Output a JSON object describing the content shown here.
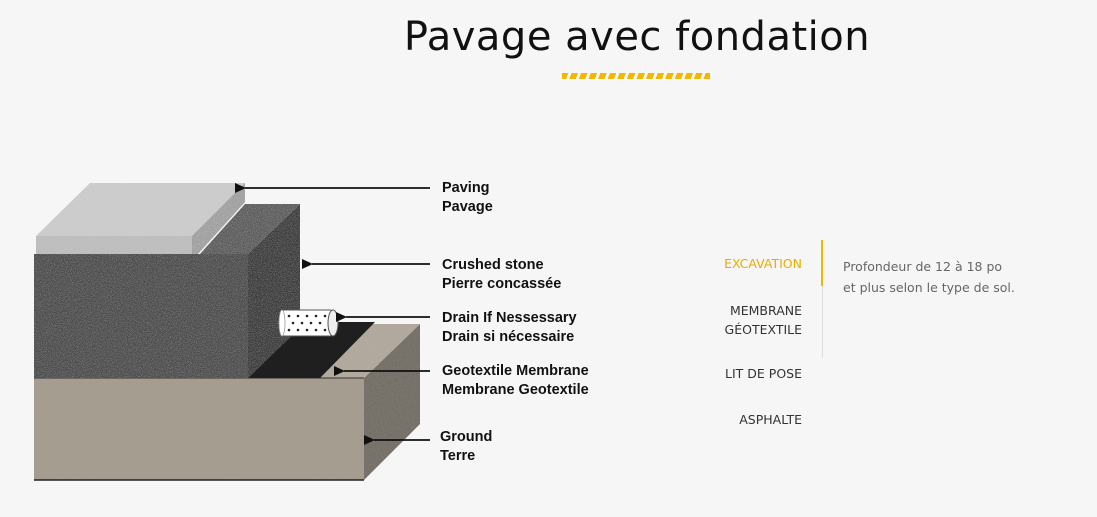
{
  "page": {
    "title": "Pavage avec fondation",
    "accent_color": "#f1b800"
  },
  "diagram": {
    "labels": [
      {
        "en": "Paving",
        "fr": "Pavage"
      },
      {
        "en": "Crushed stone",
        "fr": "Pierre concassée"
      },
      {
        "en": "Drain If Nessessary",
        "fr": "Drain si nécessaire"
      },
      {
        "en": "Geotextile Membrane",
        "fr": "Membrane Geotextile"
      },
      {
        "en": "Ground",
        "fr": "Terre"
      }
    ]
  },
  "tabs": [
    {
      "label_1": "EXCAVATION",
      "label_2": "",
      "active": true
    },
    {
      "label_1": "MEMBRANE",
      "label_2": "GÉOTEXTILE",
      "active": false
    },
    {
      "label_1": "LIT DE POSE",
      "label_2": "",
      "active": false
    },
    {
      "label_1": "ASPHALTE",
      "label_2": "",
      "active": false
    }
  ],
  "description": {
    "line_1": "Profondeur de 12 à 18 po",
    "line_2": "et plus selon le type de sol."
  }
}
